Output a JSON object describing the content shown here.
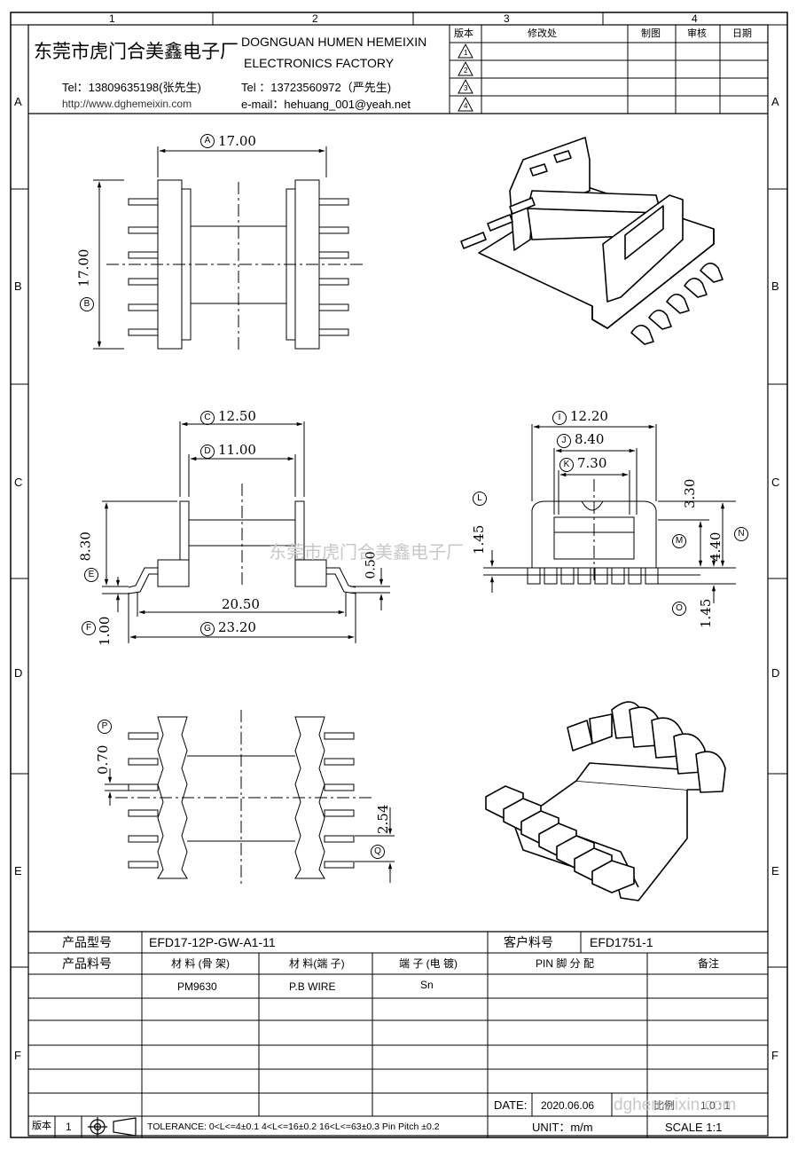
{
  "grid": {
    "columns": [
      "1",
      "2",
      "3",
      "4"
    ],
    "rows": [
      "A",
      "B",
      "C",
      "D",
      "E",
      "F"
    ]
  },
  "header": {
    "company_cn": "东莞市虎门合美鑫电子厂",
    "company_en_line1": "DOGNGUAN HUMEN HEMEIXIN",
    "company_en_line2": "ELECTRONICS FACTORY",
    "tel1": "Tel：13809635198(张先生)",
    "url": "http://www.dghemeixin.com",
    "tel2": "Tel ：13723560972（严先生)",
    "email": "e-mail：hehuang_001@yeah.net"
  },
  "revision_table": {
    "headers": [
      "版本",
      "修改处",
      "制图",
      "审核",
      "日期"
    ],
    "revisions": [
      "1",
      "2",
      "3",
      "4"
    ]
  },
  "dimensions": {
    "A": {
      "tag": "A",
      "value": "17.00"
    },
    "B": {
      "tag": "B",
      "value": "17.00"
    },
    "C": {
      "tag": "C",
      "value": "12.50"
    },
    "D": {
      "tag": "D",
      "value": "11.00"
    },
    "E": {
      "tag": "E",
      "value": "8.30"
    },
    "F": {
      "tag": "F",
      "value": "1.00"
    },
    "G": {
      "tag": "G",
      "value": "23.20"
    },
    "H": {
      "value": "20.50"
    },
    "side_gap": {
      "value": "0.50"
    },
    "I": {
      "tag": "I",
      "value": "12.20"
    },
    "J": {
      "tag": "J",
      "value": "8.40"
    },
    "K": {
      "tag": "K",
      "value": "7.30"
    },
    "L": {
      "tag": "L",
      "value": "1.45"
    },
    "M": {
      "tag": "M",
      "value": "3.30"
    },
    "N": {
      "tag": "N",
      "value": "4.40"
    },
    "O": {
      "tag": "O",
      "value": "1.45"
    },
    "P": {
      "tag": "P",
      "value": "0.70"
    },
    "Q": {
      "tag": "Q",
      "value": "2.54"
    }
  },
  "watermark": {
    "center": "东莞市虎门合美鑫电子厂",
    "corner": "dghemeixin.com"
  },
  "info_table": {
    "product_model_label": "产品型号",
    "product_model_value": "EFD17-12P-GW-A1-11",
    "customer_part_label": "客户料号",
    "customer_part_value": "EFD1751-1",
    "product_part_label": "产品料号",
    "col_material_bobbin": "材 料 (骨 架)",
    "col_material_pin": "材 料(端 子)",
    "col_plating": "端 子 (电 镀)",
    "col_pin_assign": "PIN 脚 分 配",
    "col_remark": "备注",
    "material_bobbin": "PM9630",
    "material_pin": "P.B WIRE",
    "plating": "Sn",
    "date_label": "DATE:",
    "date_value": "2020.06.06",
    "ratio_label": "比例",
    "ratio_value": "1.0 : 1",
    "version_label": "版本",
    "version_value": "1",
    "tolerance": "TOLERANCE:  0<L<=4±0.1  4<L<=16±0.2  16<L<=63±0.3  Pin Pitch  ±0.2",
    "unit_label": "UNIT：m/m",
    "scale_label": "SCALE   1:1"
  }
}
